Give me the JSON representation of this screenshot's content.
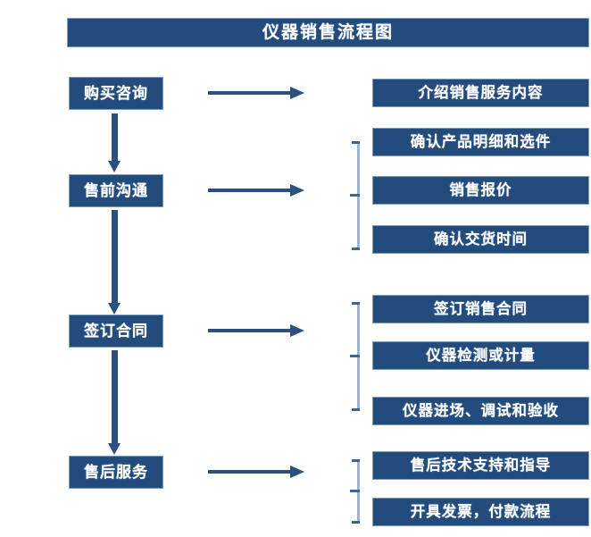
{
  "title": "仪器销售流程图",
  "palette": {
    "box_fill": "#234B7C",
    "box_border": "#7C9EC4",
    "box_text": "#FFFFFF",
    "arrow": "#2B4F7E",
    "brace": "#9FB4CD",
    "brace_tick": "#3F6693",
    "background": "#FFFFFF"
  },
  "stages": [
    {
      "label": "购买咨询"
    },
    {
      "label": "售前沟通"
    },
    {
      "label": "签订合同"
    },
    {
      "label": "售后服务"
    }
  ],
  "details": [
    {
      "label": "介绍销售服务内容"
    },
    {
      "label": "确认产品明细和选件"
    },
    {
      "label": "销售报价"
    },
    {
      "label": "确认交货时间"
    },
    {
      "label": "签订销售合同"
    },
    {
      "label": "仪器检测或计量"
    },
    {
      "label": "仪器进场、调试和验收"
    },
    {
      "label": "售后技术支持和指导"
    },
    {
      "label": "开具发票，付款流程"
    }
  ],
  "groups": [
    {
      "stage": "售前沟通",
      "details": [
        "确认产品明细和选件",
        "销售报价",
        "确认交货时间"
      ]
    },
    {
      "stage": "签订合同",
      "details": [
        "签订销售合同",
        "仪器检测或计量",
        "仪器进场、调试和验收"
      ]
    },
    {
      "stage": "售后服务",
      "details": [
        "售后技术支持和指导",
        "开具发票，付款流程"
      ]
    }
  ],
  "connectors": {
    "horizontal_arrow_count": 4,
    "vertical_arrow_count": 3,
    "brace_count": 3
  }
}
